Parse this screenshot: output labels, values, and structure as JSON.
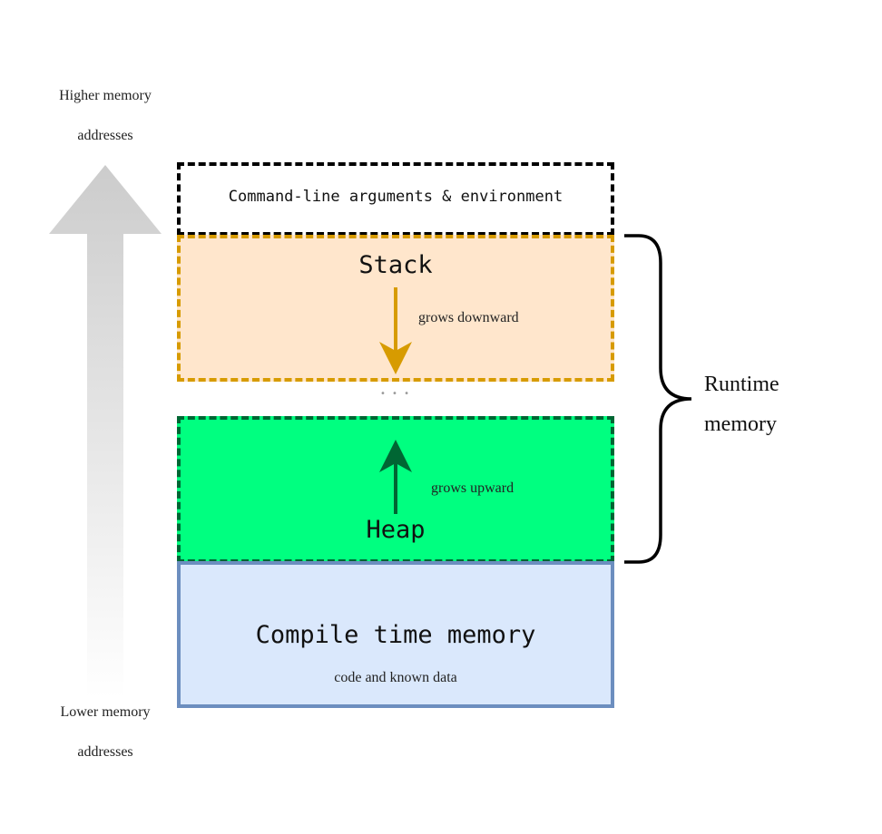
{
  "address_axis": {
    "top_label": [
      "Higher memory",
      "addresses"
    ],
    "bottom_label": [
      "Lower memory",
      "addresses"
    ],
    "arrow_icon": "up-gradient-arrow",
    "arrow_color": "#cccccc"
  },
  "regions": {
    "cmdline": {
      "title": "Command-line arguments & environment",
      "border_color": "#000000",
      "fill": "#ffffff"
    },
    "stack": {
      "title": "Stack",
      "note": "grows downward",
      "border_color": "#d79b00",
      "fill": "#ffe6cc",
      "arrow_icon": "down-arrow"
    },
    "gap": {
      "ellipsis": "• • •"
    },
    "heap": {
      "title": "Heap",
      "note": "grows upward",
      "border_color": "#006633",
      "fill": "#00ff80",
      "arrow_icon": "up-arrow"
    },
    "compile": {
      "title": "Compile time memory",
      "note": "code and known data",
      "border_color": "#6c8ebf",
      "fill": "#dae8fc"
    }
  },
  "brace": {
    "label": [
      "Runtime",
      "memory"
    ],
    "icon": "right-curly-brace"
  }
}
